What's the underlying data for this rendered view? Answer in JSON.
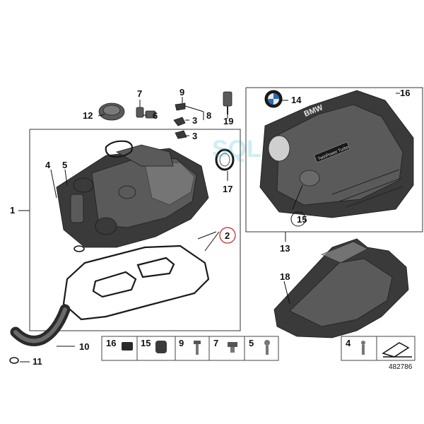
{
  "callouts": {
    "n1": "1",
    "n2": "2",
    "n3a": "3",
    "n3b": "3",
    "n4": "4",
    "n5": "5",
    "n6": "6",
    "n7": "7",
    "n8": "8",
    "n9": "9",
    "n10": "10",
    "n11": "11",
    "n12": "12",
    "n13": "13",
    "n14": "14",
    "n15": "15",
    "n16": "16",
    "n17": "17",
    "n18": "18",
    "n19": "19"
  },
  "legend": {
    "items": [
      "16",
      "15",
      "9",
      "7",
      "5"
    ],
    "right_item": "4"
  },
  "cover_text": {
    "brand": "BMW",
    "badge": "TwinPower Turbo"
  },
  "watermark": "SQL",
  "diagram_id": "482786",
  "colors": {
    "highlight_circle": "#cc1f1f",
    "line": "#111111",
    "watermark": "#2bb3c9"
  }
}
